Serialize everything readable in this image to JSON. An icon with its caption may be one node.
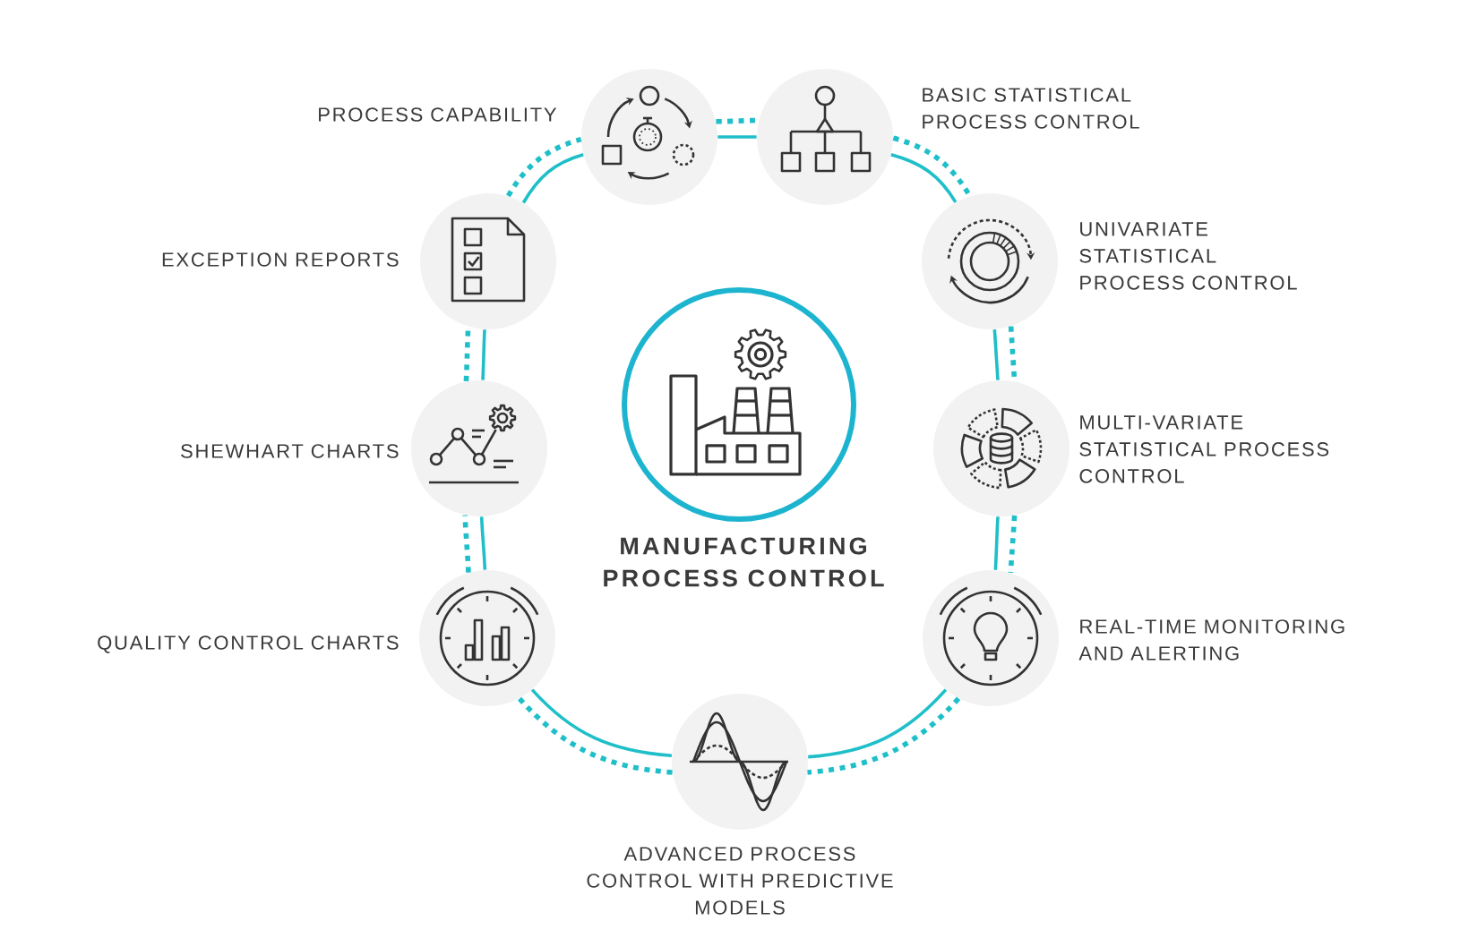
{
  "diagram": {
    "nodes": [
      {
        "text": [
          "PROCESS CAPABILITY"
        ]
      },
      {
        "text": [
          "BASIC STATISTICAL PROCESS CONTROL"
        ]
      },
      {
        "text": [
          "EXCEPTION REPORTS"
        ]
      },
      {
        "text": [
          "UNIVARIATE STATISTICAL PROCESS CONTROL"
        ]
      },
      {
        "text": [
          "MANUFACTURING PROCESS CONTROL"
        ]
      },
      {
        "text": [
          "SHEWHART CHARTS"
        ]
      },
      {
        "text": [
          "MULTI-VARIATE STATISTICAL PROCESS CONTROL"
        ]
      },
      {
        "text": [
          "QUALITY CONTROL CHARTS"
        ]
      },
      {
        "text": [
          "REAL-TIME MONITORING AND ALERTING"
        ]
      },
      {
        "text": [
          "ADVANCED PROCESS CONTROL WITH PREDICTIVE MODELS"
        ]
      }
    ],
    "edges": [
      {
        "from": 0,
        "to": 1,
        "arrow": "none"
      },
      {
        "from": 0,
        "to": 1,
        "arrow": "none",
        "style": "dashed"
      },
      {
        "from": 1,
        "to": 3,
        "arrow": "none"
      },
      {
        "from": 1,
        "to": 3,
        "arrow": "none",
        "style": "dashed"
      },
      {
        "from": 3,
        "to": 6,
        "arrow": "none"
      },
      {
        "from": 3,
        "to": 6,
        "arrow": "none",
        "style": "dashed"
      },
      {
        "from": 6,
        "to": 8,
        "arrow": "none"
      },
      {
        "from": 6,
        "to": 8,
        "arrow": "none",
        "style": "dashed"
      },
      {
        "from": 8,
        "to": 9,
        "arrow": "none"
      },
      {
        "from": 8,
        "to": 9,
        "arrow": "none",
        "style": "dashed"
      },
      {
        "from": 9,
        "to": 7,
        "arrow": "none"
      },
      {
        "from": 9,
        "to": 7,
        "arrow": "none",
        "style": "dashed"
      },
      {
        "from": 7,
        "to": 5,
        "arrow": "none"
      },
      {
        "from": 7,
        "to": 5,
        "arrow": "none",
        "style": "dashed"
      },
      {
        "from": 5,
        "to": 2,
        "arrow": "none"
      },
      {
        "from": 5,
        "to": 2,
        "arrow": "none",
        "style": "dashed"
      },
      {
        "from": 2,
        "to": 0,
        "arrow": "none"
      },
      {
        "from": 2,
        "to": 0,
        "arrow": "none",
        "style": "dashed"
      }
    ]
  }
}
